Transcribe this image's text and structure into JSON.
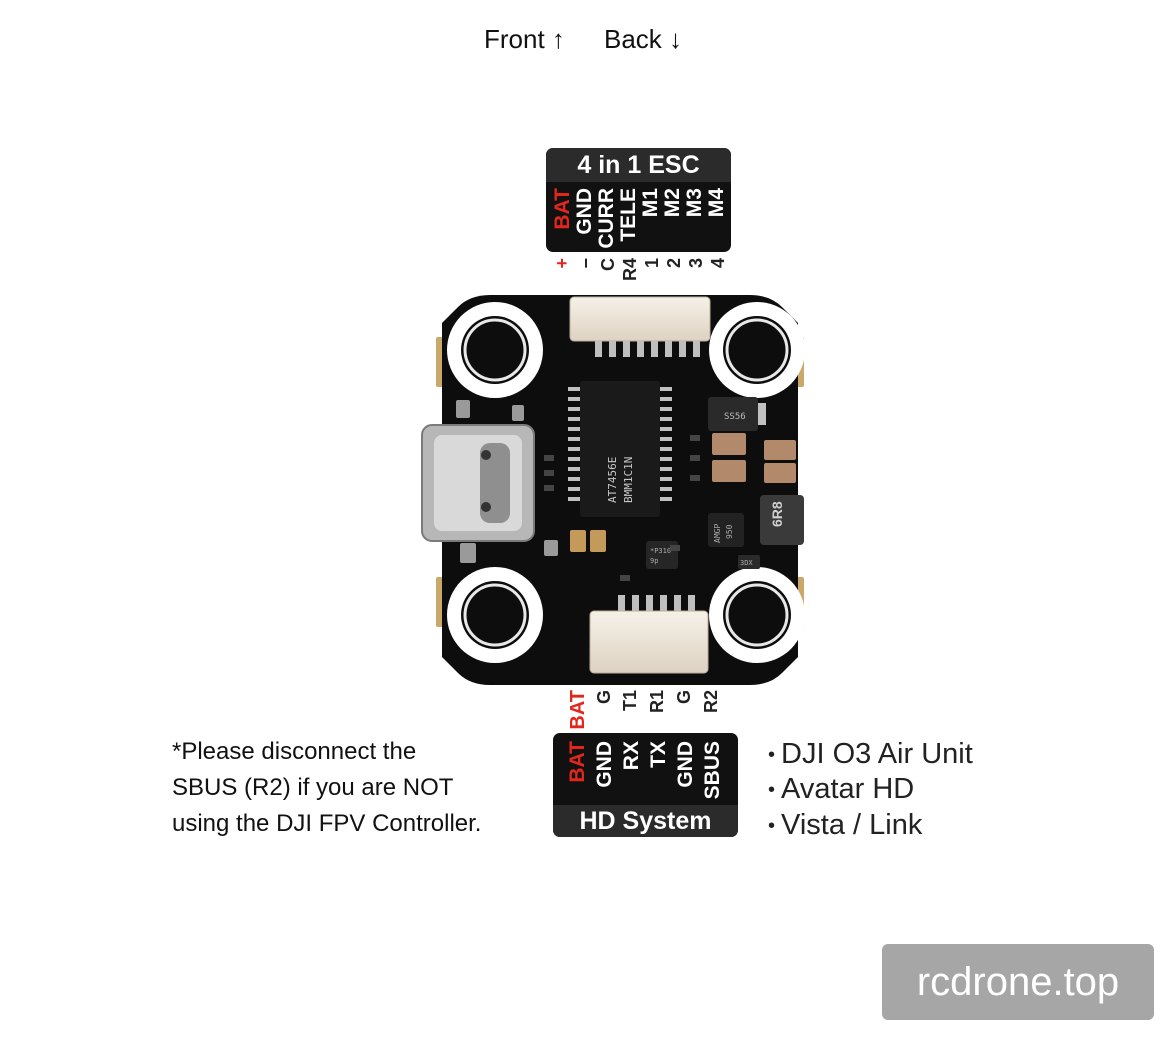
{
  "header": {
    "front_label": "Front ↑",
    "back_label": "Back ↓"
  },
  "esc_connector": {
    "title": "4 in 1 ESC",
    "pins": [
      "BAT",
      "GND",
      "CURR",
      "TELE",
      "M1",
      "M2",
      "M3",
      "M4"
    ],
    "silkscreen": [
      "+",
      "−",
      "C",
      "R4",
      "1",
      "2",
      "3",
      "4"
    ]
  },
  "hd_connector": {
    "title": "HD System",
    "pins": [
      "BAT",
      "GND",
      "RX",
      "TX",
      "GND",
      "SBUS"
    ],
    "silkscreen": [
      "BAT",
      "G",
      "T1",
      "R1",
      "G",
      "R2"
    ]
  },
  "board": {
    "chip_main": [
      "AT7456E",
      "BMM1C1N"
    ],
    "chip_reg": "SS56",
    "chip_amp": [
      "AMGP",
      "950"
    ],
    "inductor": "6R8",
    "sensor": [
      "*P310",
      "9p"
    ],
    "small_chip": "3DX"
  },
  "note": {
    "lines": [
      "*Please disconnect the",
      "SBUS (R2) if you are NOT",
      "using the DJI FPV Controller."
    ]
  },
  "compatible": {
    "items": [
      "DJI O3 Air Unit",
      "Avatar HD",
      "Vista / Link"
    ]
  },
  "watermark": "rcdrone.top",
  "colors": {
    "pcb": "#0d0d0d",
    "connector": "#efe8dc",
    "accent_red": "#e2261c",
    "label_bg": "#111111"
  }
}
